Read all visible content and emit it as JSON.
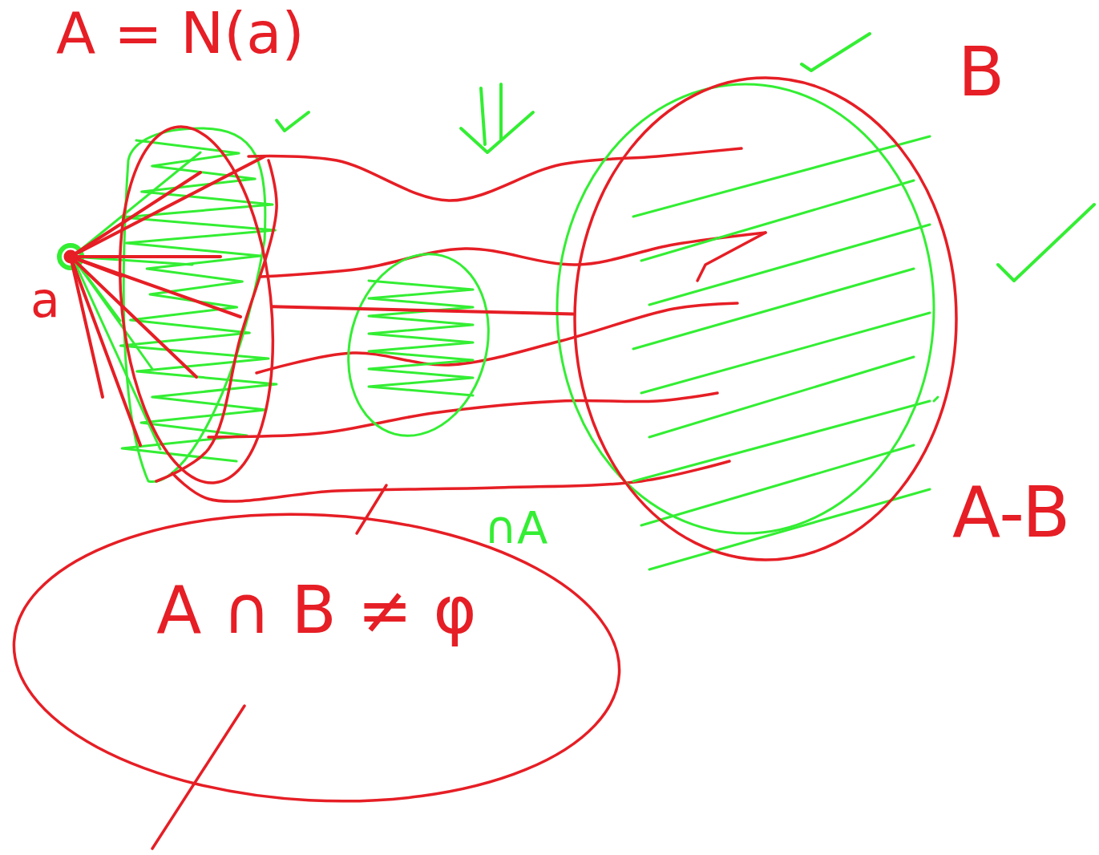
{
  "diagram": {
    "nodes": [
      {
        "text": [
          "a"
        ]
      },
      {
        "text": [
          "A = N(a)"
        ]
      },
      {
        "text": [
          "B"
        ]
      },
      {
        "text": [
          "A ∩ B ≠ φ"
        ]
      }
    ],
    "edges": [
      {
        "from": 0,
        "to": 1,
        "arrow": "none"
      },
      {
        "from": 1,
        "to": 2,
        "arrow": "none"
      }
    ],
    "labels": [
      "A-B",
      "∩A"
    ]
  }
}
